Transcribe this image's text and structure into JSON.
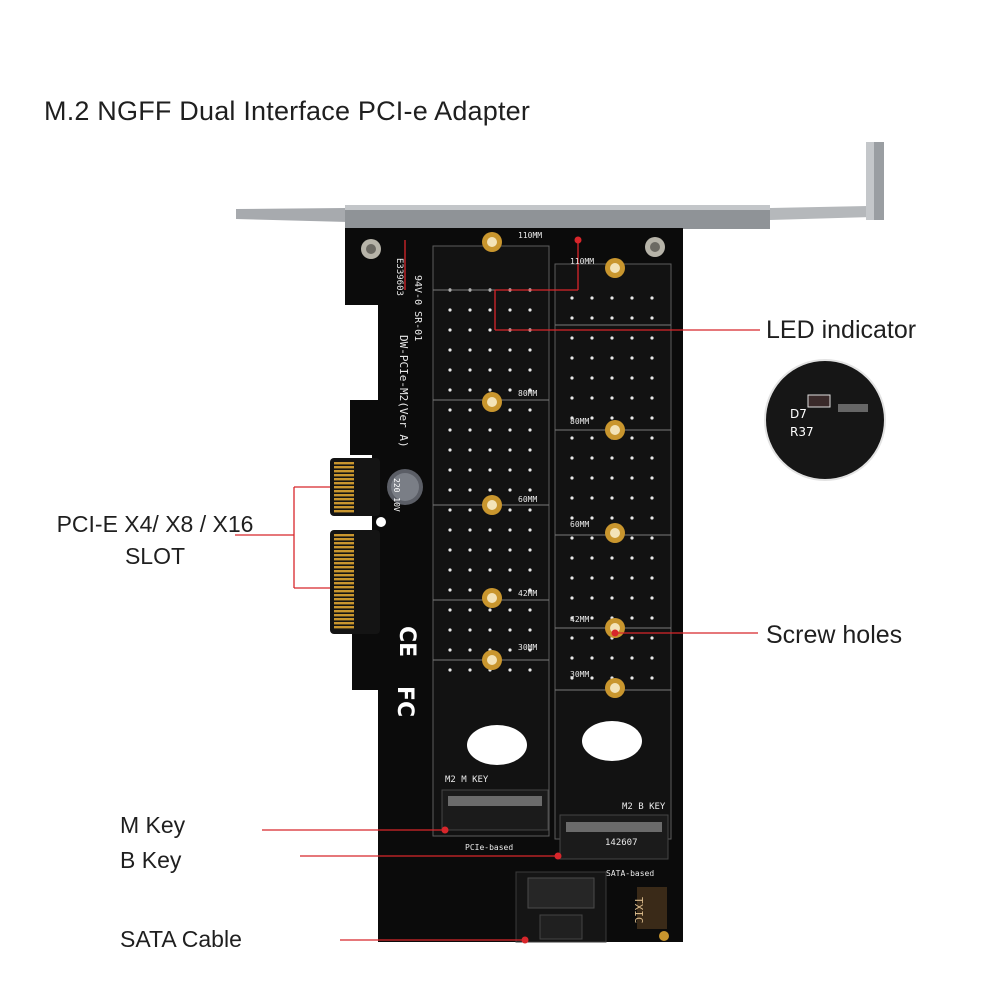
{
  "title": "M.2 NGFF Dual Interface PCI-e Adapter",
  "callouts": {
    "led": "LED indicator",
    "screw": "Screw holes",
    "pcie_line1": "PCI-E X4/ X8 / X16",
    "pcie_line2": "SLOT",
    "mkey": "M Key",
    "bkey": "B Key",
    "sata": "SATA Cable"
  },
  "board": {
    "slot_left_label": "M2 M KEY",
    "slot_right_label": "M2 B KEY",
    "pcie_based": "PCIe-based",
    "sata_based": "SATA-based",
    "model_text": "DW-PCIe-M2(Ver A)",
    "sr_text": "94V-0 SR-01",
    "ul_text": "E339603",
    "chip_text": "142607",
    "brand_text": "TXIC",
    "cert_ce": "CE",
    "cert_fc": "FC",
    "cap_text": "220 10V",
    "left_sizes": [
      "110MM",
      "80MM",
      "60MM",
      "42MM",
      "30MM"
    ],
    "right_sizes": [
      "110MM",
      "80MM",
      "60MM",
      "42MM",
      "30MM"
    ],
    "zoom_labels": [
      "D7",
      "R37"
    ]
  },
  "colors": {
    "callout_line": "#d8262b",
    "pcb": "#0b0b0b",
    "gold": "#c9962e",
    "bracket": "#8f9397"
  }
}
